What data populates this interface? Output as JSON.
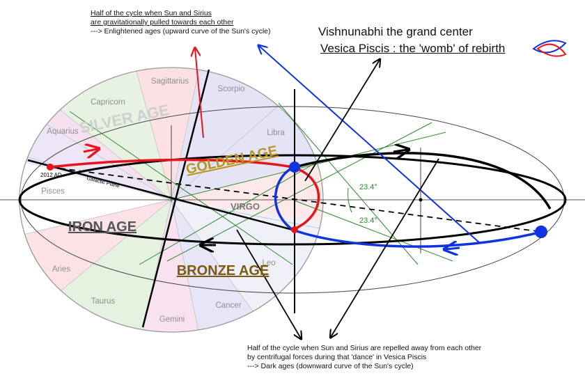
{
  "colors": {
    "red": "#e8141c",
    "blue": "#1033e0",
    "green": "#2a8a2a",
    "gold": "#b8951e",
    "bronze": "#7a5a12",
    "grey_text": "#9a9a9a"
  },
  "top_note": {
    "line1": "Half of the cycle when Sun and Sirius",
    "line2": "are gravitationally pulled towards each other",
    "line3": "---> Enlightened ages (upward curve of the Sun's cycle)"
  },
  "header": {
    "title": "Vishnunabhi  the grand center",
    "subtitle": "Vesica Piscis : the 'womb' of rebirth"
  },
  "ages": {
    "silver": "SILVER AGE",
    "golden": "GOLDEN AGE",
    "iron": "IRON AGE",
    "bronze": "BRONZE AGE"
  },
  "zodiac": {
    "sagittarius": "Sagittarius",
    "scorpio": "Scorpio",
    "capricorn": "Capricorn",
    "aquarius": "Aquarius",
    "libra": "Libra",
    "pisces": "Pisces",
    "virgo": "VIRGO",
    "aries": "Aries",
    "leo": "Leo",
    "taurus": "Taurus",
    "cancer": "Cancer",
    "gemini": "Gemini"
  },
  "labels": {
    "ad2012": "2012 AD",
    "galactic_plane": "Galactic Plane",
    "angle_top": "23.4°",
    "angle_bottom": "23.4°"
  },
  "bottom_note": {
    "line1": "Half of the cycle when Sun and Sirius are repelled away from each other",
    "line2": "by centrifugal forces during that 'dance' in Vesica Piscis",
    "line3": "---> Dark ages (downward curve of the Sun's cycle)"
  }
}
